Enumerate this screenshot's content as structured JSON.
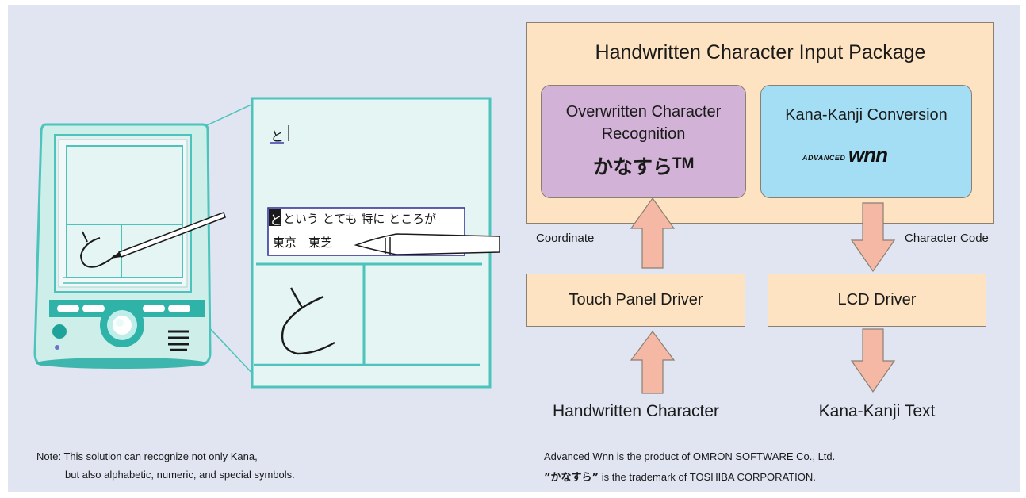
{
  "package": {
    "title": "Handwritten Character Input Package"
  },
  "recognition": {
    "line1": "Overwritten Character",
    "line2": "Recognition",
    "brand": "かなすら",
    "tm": "TM"
  },
  "conversion": {
    "title": "Kana-Kanji Conversion",
    "logo_small": "ADVANCED",
    "logo_big": "wnn"
  },
  "flow": {
    "coordinate": "Coordinate",
    "character_code": "Character Code",
    "touch_panel_driver": "Touch Panel Driver",
    "lcd_driver": "LCD Driver",
    "handwritten_character": "Handwritten Character",
    "kana_kanji_text": "Kana-Kanji Text"
  },
  "screen": {
    "input_text": "と",
    "selected_candidate": "と",
    "candidates_row1": "という とても 特に ところが",
    "candidates_row2": "東京　東芝"
  },
  "notes": {
    "left_line1": "Note: This solution can recognize not only Kana,",
    "left_line2": "but also alphabetic, numeric, and special symbols.",
    "right_line1": "Advanced Wnn is the product of OMRON SOFTWARE Co., Ltd.",
    "right_line2_quoted": "”かなすら”",
    "right_line2_rest": " is the trademark of TOSHIBA CORPORATION."
  },
  "colors": {
    "background": "#e0e5f1",
    "package_fill": "#fde3c1",
    "recognition_fill": "#d2b2d6",
    "conversion_fill": "#a3def4",
    "driver_fill": "#fde3c1",
    "arrow_fill": "#f5b8a4",
    "device_teal": "#4cc4bc",
    "device_light": "#cdeee9"
  }
}
